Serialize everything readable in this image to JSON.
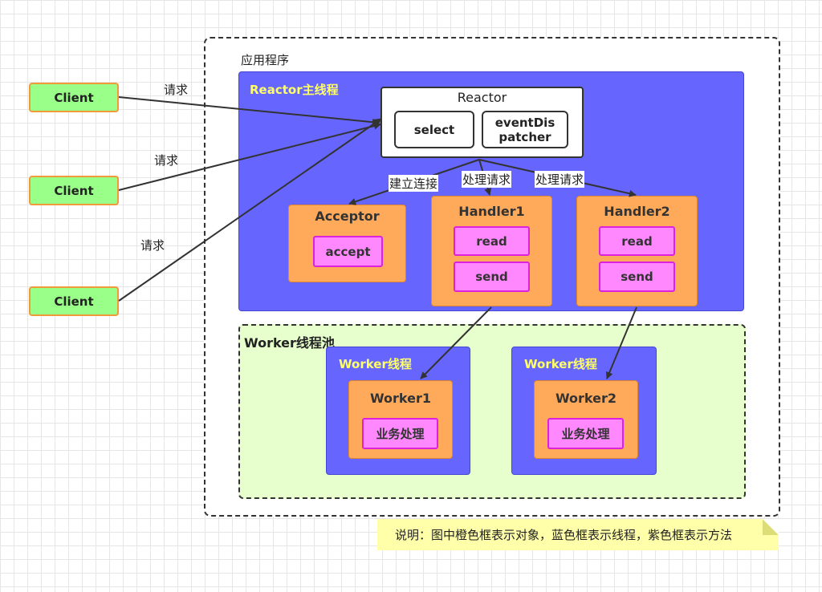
{
  "clients": [
    {
      "label": "Client",
      "request_label": "请求"
    },
    {
      "label": "Client",
      "request_label": "请求"
    },
    {
      "label": "Client",
      "request_label": "请求"
    }
  ],
  "app": {
    "title": "应用程序",
    "reactor_thread": {
      "title": "Reactor主线程",
      "reactor": {
        "title": "Reactor",
        "select": "select",
        "dispatcher": "eventDis\npatcher"
      },
      "acceptor": {
        "title": "Acceptor",
        "method": "accept"
      },
      "handler1": {
        "title": "Handler1",
        "read": "read",
        "send": "send"
      },
      "handler2": {
        "title": "Handler2",
        "read": "read",
        "send": "send"
      },
      "edges": {
        "connect": "建立连接",
        "process1": "处理请求",
        "process2": "处理请求"
      }
    },
    "worker_pool": {
      "title": "Worker线程池",
      "threads": [
        {
          "title": "Worker线程",
          "worker": "Worker1",
          "task": "业务处理"
        },
        {
          "title": "Worker线程",
          "worker": "Worker2",
          "task": "业务处理"
        }
      ]
    }
  },
  "note": "说明：图中橙色框表示对象，蓝色框表示线程，紫色框表示方法",
  "colors": {
    "client_fill": "#99ff88",
    "client_border": "#f09a38",
    "thread_blue": "#6666ff",
    "object_orange": "#ffaa5a",
    "method_pink": "#ff88ff",
    "pool_green": "#e6ffcc",
    "note_yellow": "#ffffaa",
    "title_yellow": "#ffff66"
  }
}
